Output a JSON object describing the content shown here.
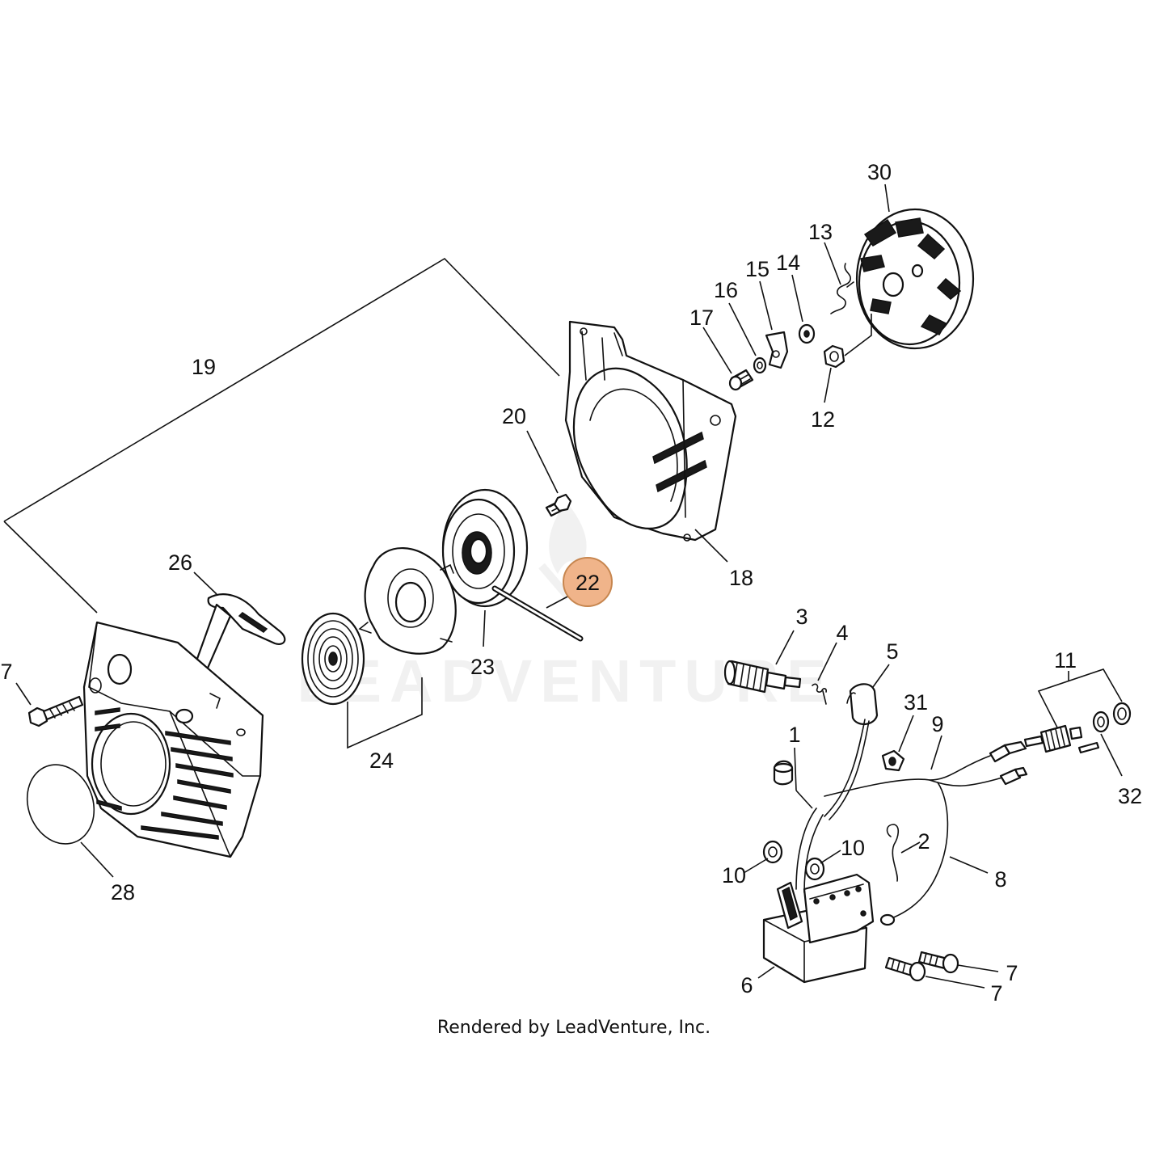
{
  "callouts": {
    "c1": "1",
    "c2": "2",
    "c3": "3",
    "c4": "4",
    "c5": "5",
    "c6": "6",
    "c7a": "7",
    "c7b": "7",
    "c7c": "7",
    "c8": "8",
    "c9": "9",
    "c10a": "10",
    "c10b": "10",
    "c11": "11",
    "c12": "12",
    "c13": "13",
    "c14": "14",
    "c15": "15",
    "c16": "16",
    "c17": "17",
    "c18": "18",
    "c19": "19",
    "c20": "20",
    "c22": "22",
    "c23": "23",
    "c24": "24",
    "c26": "26",
    "c28": "28",
    "c30": "30",
    "c31": "31",
    "c32": "32"
  },
  "watermark": "LEADVENTURE",
  "footer": "Rendered by LeadVenture, Inc.",
  "colors": {
    "highlight": "#f0b48a",
    "highlight_stroke": "#c7864f",
    "ink": "#111111"
  }
}
